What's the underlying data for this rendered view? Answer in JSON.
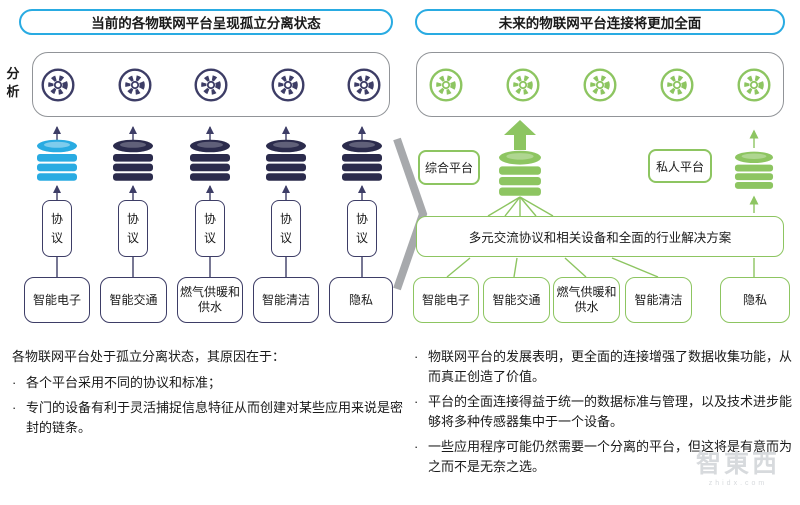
{
  "left": {
    "title": "当前的各物联网平台呈现孤立分离状态",
    "axis_label": "分析",
    "protocol_label": "协议",
    "platforms": [
      "智能电子",
      "智能交通",
      "燃气供暖和供水",
      "智能清洁",
      "隐私"
    ],
    "notes": {
      "heading": "各物联网平台处于孤立分离状态，其原因在于：",
      "bullet_char": "·",
      "bullets": [
        "各个平台采用不同的协议和标准；",
        "专门的设备有利于灵活捕捉信息特征从而创建对某些应用来说是密封的链条。"
      ]
    }
  },
  "right": {
    "title": "未来的物联网平台连接将更加全面",
    "integrated_platform": "综合平台",
    "private_platform": "私人平台",
    "solution_box": "多元交流协议和相关设备和全面的行业解决方案",
    "platforms": [
      "智能电子",
      "智能交通",
      "燃气供暖和供水",
      "智能清洁",
      "隐私"
    ],
    "notes": {
      "bullet_char": "·",
      "bullets": [
        "物联网平台的发展表明，更全面的连接增强了数据收集功能，从而真正创造了价值。",
        "平台的全面连接得益于统一的数据标准与管理，以及技术进步能够将多种传感器集中于一个设备。",
        "一些应用程序可能仍然需要一个分离的平台，但这将是有意而为之而不是无奈之选。"
      ]
    }
  },
  "watermark": {
    "logo": "智東西",
    "domain": "zhidx.com"
  },
  "colors": {
    "title_border": "#29ABE2",
    "navy": "#3D3D66",
    "navy_dark": "#2B2B4C",
    "blue_cylinder": "#29ABE2",
    "green": "#8DC561",
    "container_gray": "#919498",
    "chevron_gray": "#A7A9AC"
  },
  "icons": {
    "analysis_node": "gear-icon",
    "data_store": "database-icon"
  }
}
